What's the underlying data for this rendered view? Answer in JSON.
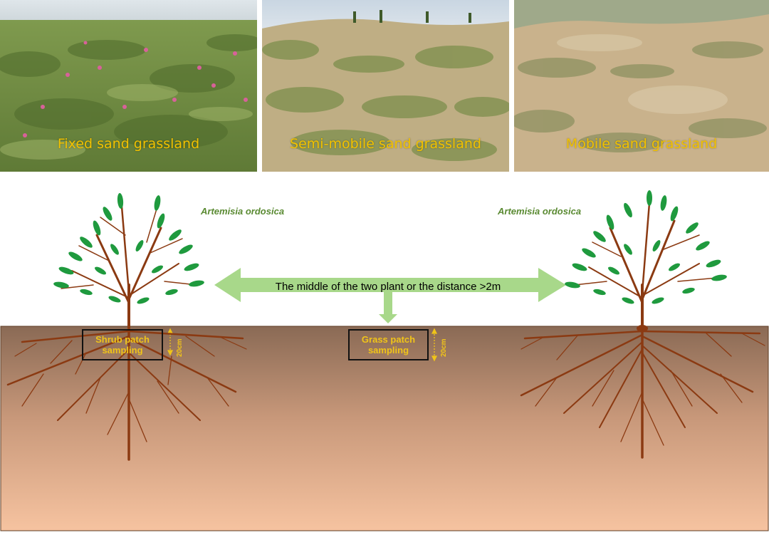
{
  "photos": [
    {
      "caption": "Fixed sand grassland"
    },
    {
      "caption": "Semi-mobile sand grassland"
    },
    {
      "caption": "Mobile sand grassland"
    }
  ],
  "diagram": {
    "species_left": "Artemisia ordosica",
    "species_right": "Artemisia ordosica",
    "arrow_text": "The middle of the two plant or the distance >2m",
    "shrub_sampling": [
      "Shrub patch",
      "sampling"
    ],
    "grass_sampling": [
      "Grass patch",
      "sampling"
    ],
    "depth_left": "20cm",
    "depth_right": "20cm"
  },
  "colors": {
    "soil_top": "#8a6a55",
    "soil_bottom": "#f6c3a0",
    "root": "#8b3a12",
    "leaf": "#1f9a3e",
    "arrow": "#a8d88a",
    "label_yellow": "#f0c419"
  }
}
